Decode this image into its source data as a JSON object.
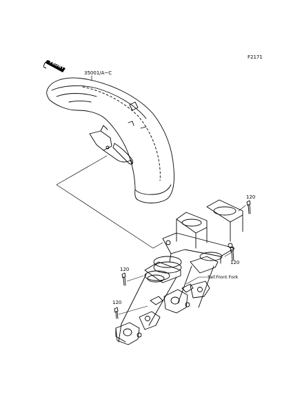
{
  "figure_code": "F2171",
  "front_badge": "FRONT",
  "parts": {
    "fender": "35001/A~C",
    "bolt_a": "120",
    "bolt_b": "120",
    "bolt_c": "120",
    "bolt_d": "120"
  },
  "reference": "Ref.Front Fork",
  "colors": {
    "line": "#000000",
    "background": "#ffffff"
  }
}
